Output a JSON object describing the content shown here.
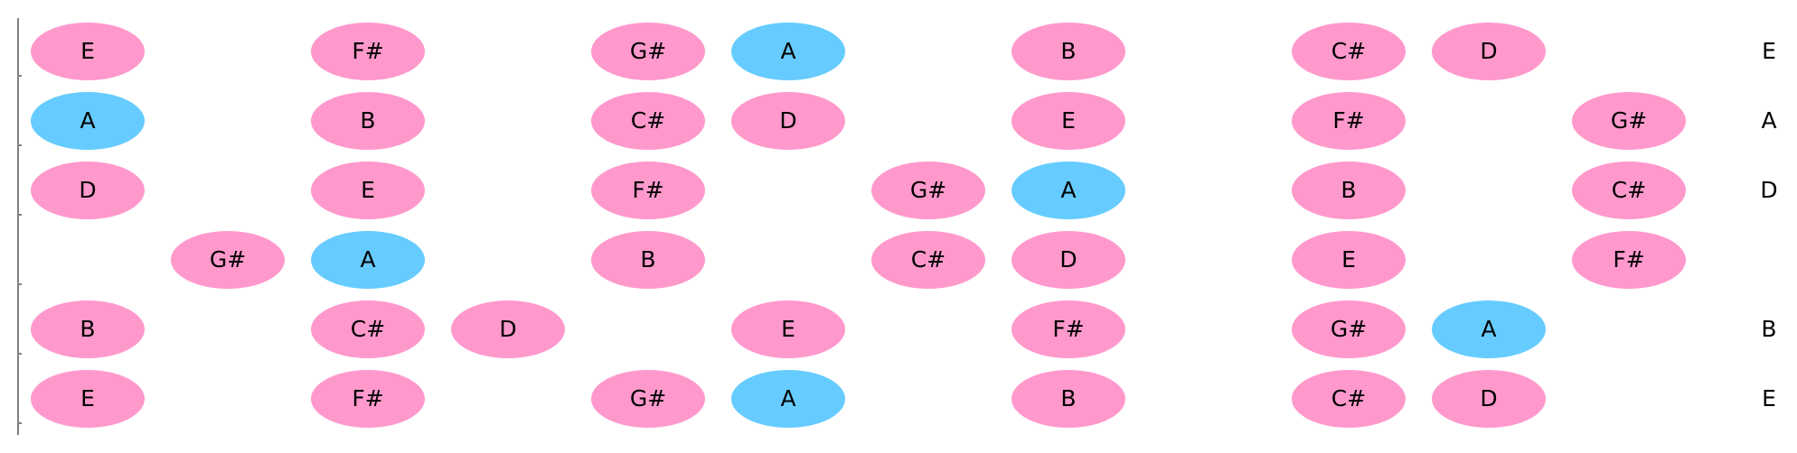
{
  "colors": {
    "scale_note": "#ff99cc",
    "root_note": "#66ccff",
    "nut_line": "#808080",
    "text": "#000000",
    "background": "#ffffff"
  },
  "diagram": {
    "root": "A",
    "strings": [
      {
        "open": "E",
        "notes": [
          {
            "fret": 0,
            "label": "E"
          },
          {
            "fret": 2,
            "label": "F#"
          },
          {
            "fret": 4,
            "label": "G#"
          },
          {
            "fret": 5,
            "label": "A"
          },
          {
            "fret": 7,
            "label": "B"
          },
          {
            "fret": 9,
            "label": "C#"
          },
          {
            "fret": 10,
            "label": "D"
          }
        ]
      },
      {
        "open": "A",
        "notes": [
          {
            "fret": 0,
            "label": "A"
          },
          {
            "fret": 2,
            "label": "B"
          },
          {
            "fret": 4,
            "label": "C#"
          },
          {
            "fret": 5,
            "label": "D"
          },
          {
            "fret": 7,
            "label": "E"
          },
          {
            "fret": 9,
            "label": "F#"
          },
          {
            "fret": 11,
            "label": "G#"
          }
        ]
      },
      {
        "open": "D",
        "notes": [
          {
            "fret": 0,
            "label": "D"
          },
          {
            "fret": 2,
            "label": "E"
          },
          {
            "fret": 4,
            "label": "F#"
          },
          {
            "fret": 6,
            "label": "G#"
          },
          {
            "fret": 7,
            "label": "A"
          },
          {
            "fret": 9,
            "label": "B"
          },
          {
            "fret": 11,
            "label": "C#"
          }
        ]
      },
      {
        "open": "",
        "notes": [
          {
            "fret": 1,
            "label": "G#"
          },
          {
            "fret": 2,
            "label": "A"
          },
          {
            "fret": 4,
            "label": "B"
          },
          {
            "fret": 6,
            "label": "C#"
          },
          {
            "fret": 7,
            "label": "D"
          },
          {
            "fret": 9,
            "label": "E"
          },
          {
            "fret": 11,
            "label": "F#"
          }
        ]
      },
      {
        "open": "B",
        "notes": [
          {
            "fret": 0,
            "label": "B"
          },
          {
            "fret": 2,
            "label": "C#"
          },
          {
            "fret": 3,
            "label": "D"
          },
          {
            "fret": 5,
            "label": "E"
          },
          {
            "fret": 7,
            "label": "F#"
          },
          {
            "fret": 9,
            "label": "G#"
          },
          {
            "fret": 10,
            "label": "A"
          }
        ]
      },
      {
        "open": "E",
        "notes": [
          {
            "fret": 0,
            "label": "E"
          },
          {
            "fret": 2,
            "label": "F#"
          },
          {
            "fret": 4,
            "label": "G#"
          },
          {
            "fret": 5,
            "label": "A"
          },
          {
            "fret": 7,
            "label": "B"
          },
          {
            "fret": 9,
            "label": "C#"
          },
          {
            "fret": 10,
            "label": "D"
          }
        ]
      }
    ]
  }
}
